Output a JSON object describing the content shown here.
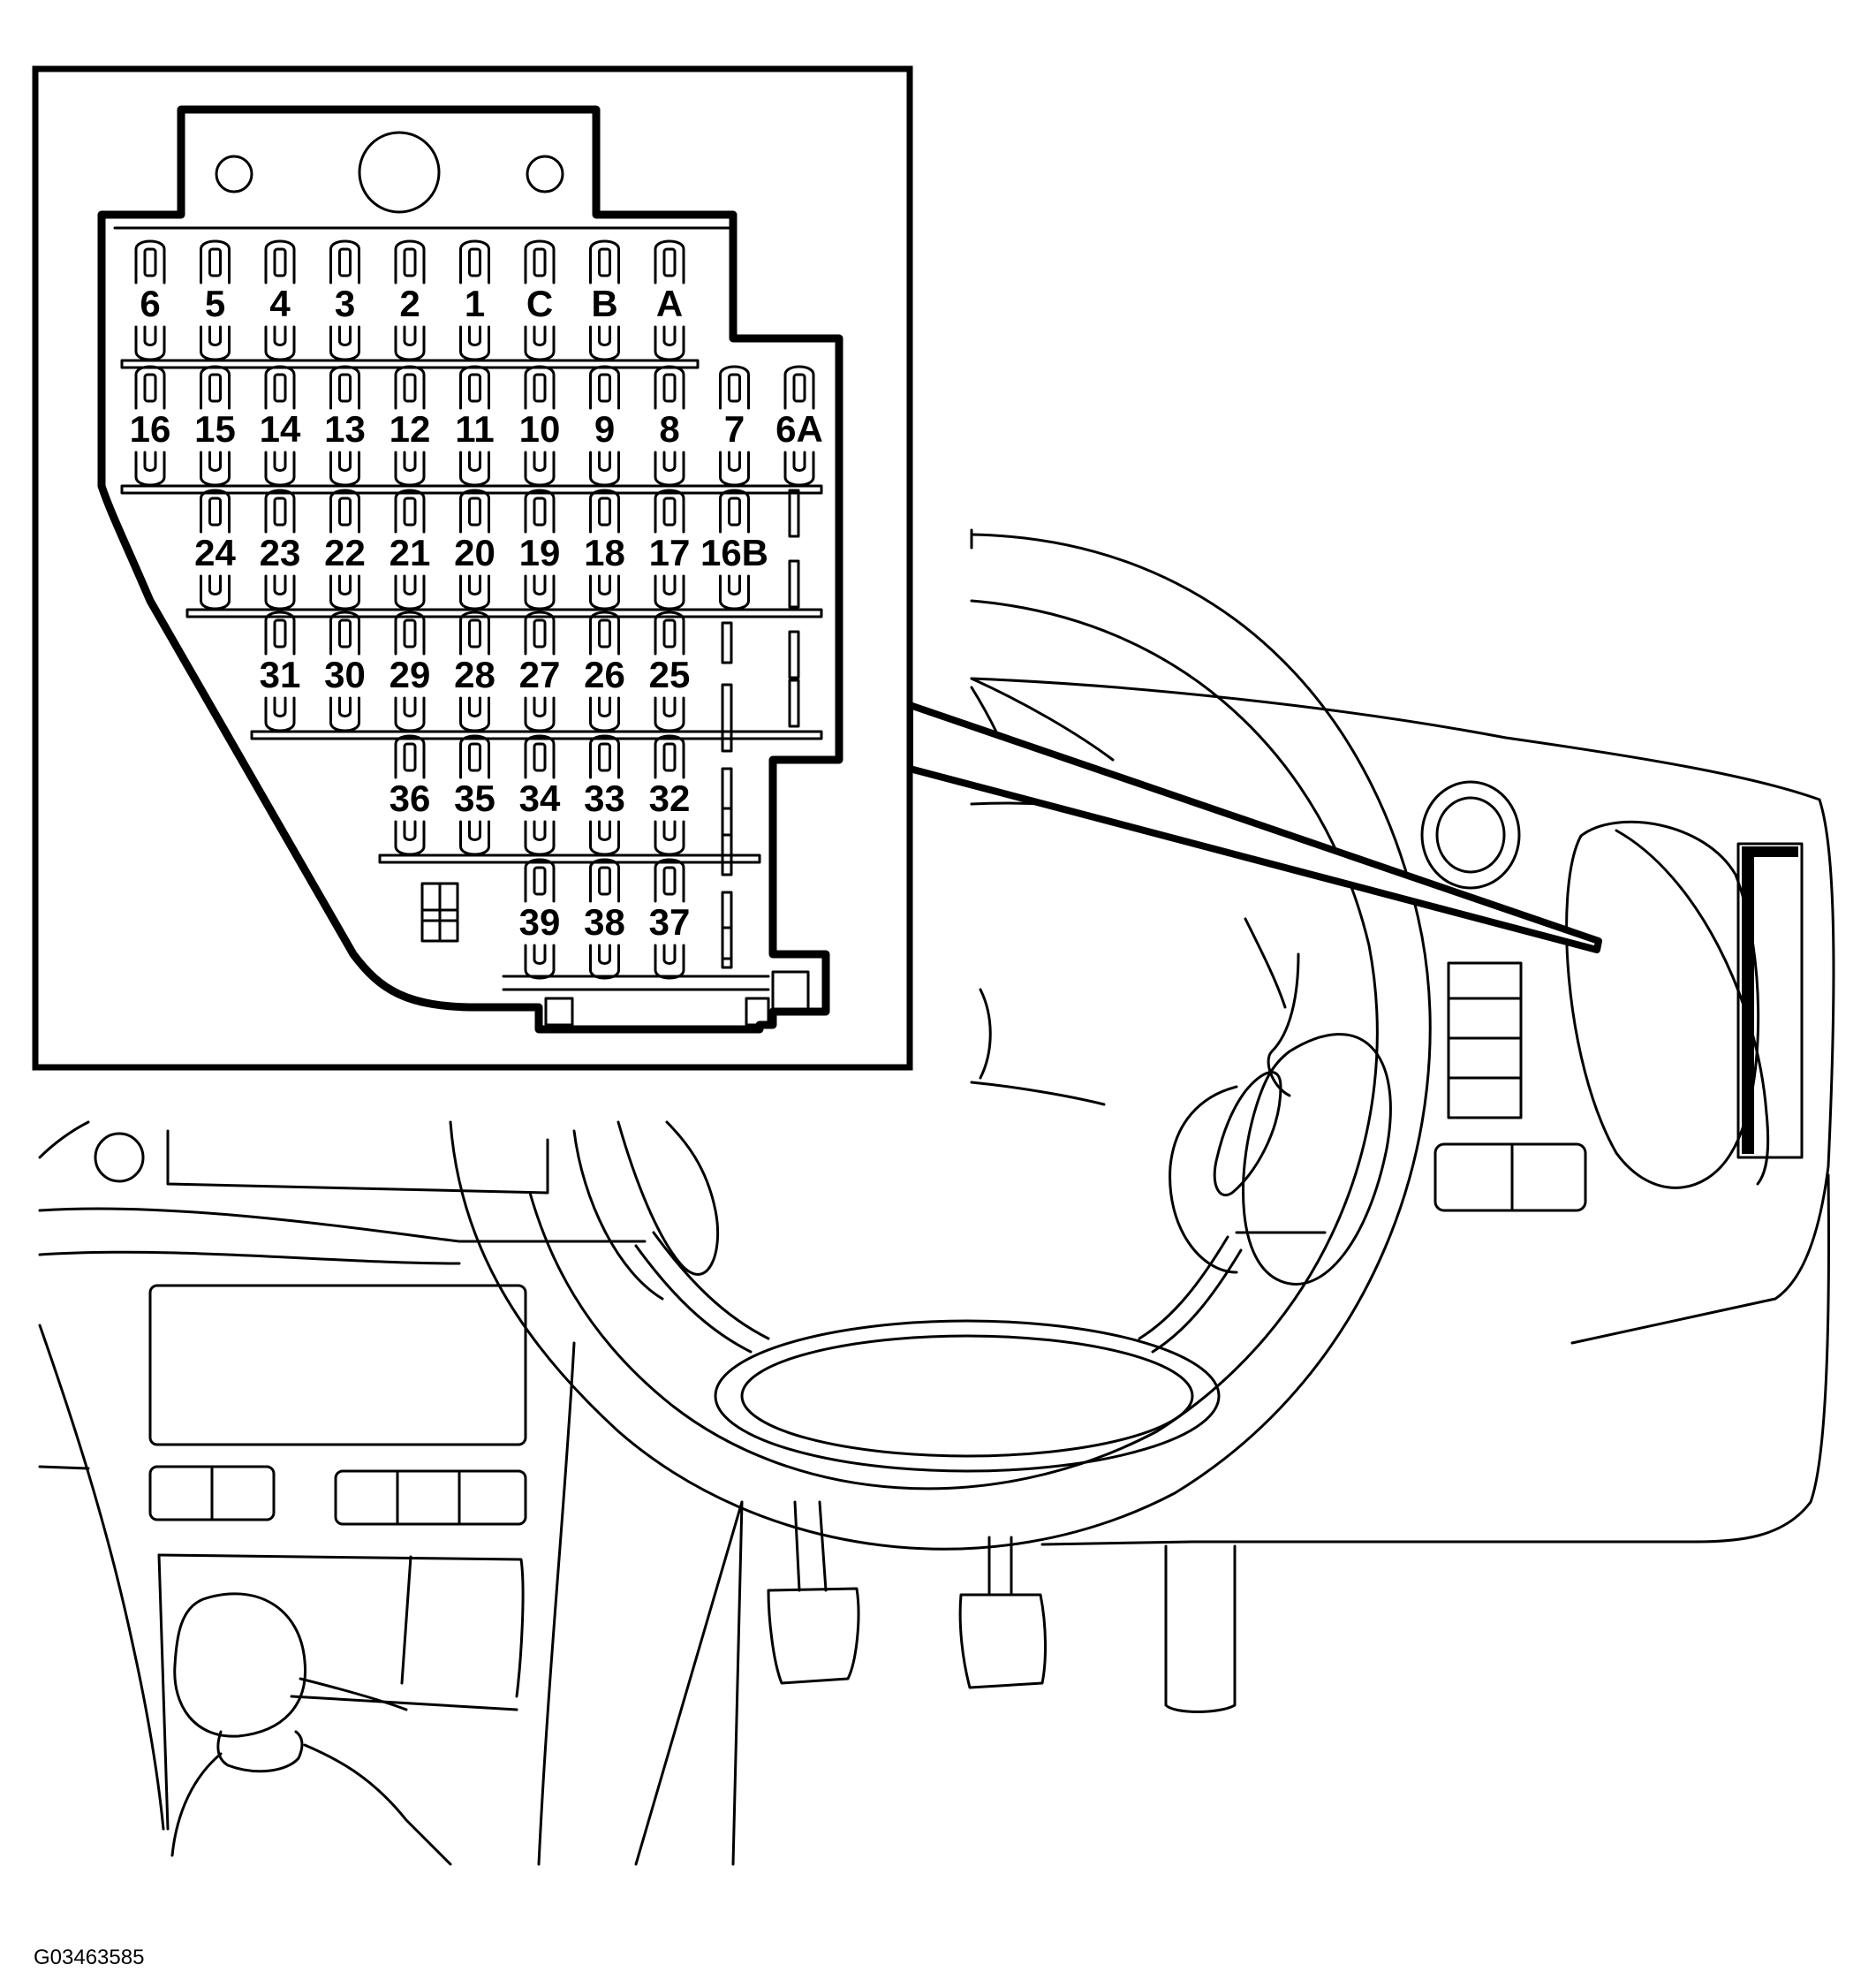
{
  "figure_id": "G03463585",
  "colors": {
    "line": "#000000",
    "background": "#ffffff"
  },
  "fuse_rows": [
    [
      "6",
      "5",
      "4",
      "3",
      "2",
      "1",
      "C",
      "B",
      "A"
    ],
    [
      "16",
      "15",
      "14",
      "13",
      "12",
      "11",
      "10",
      "9",
      "8",
      "7",
      "6A"
    ],
    [
      "24",
      "23",
      "22",
      "21",
      "20",
      "19",
      "18",
      "17",
      "16B"
    ],
    [
      "31",
      "30",
      "29",
      "28",
      "27",
      "26",
      "25"
    ],
    [
      "36",
      "35",
      "34",
      "33",
      "32"
    ],
    [
      "39",
      "38",
      "37"
    ]
  ]
}
